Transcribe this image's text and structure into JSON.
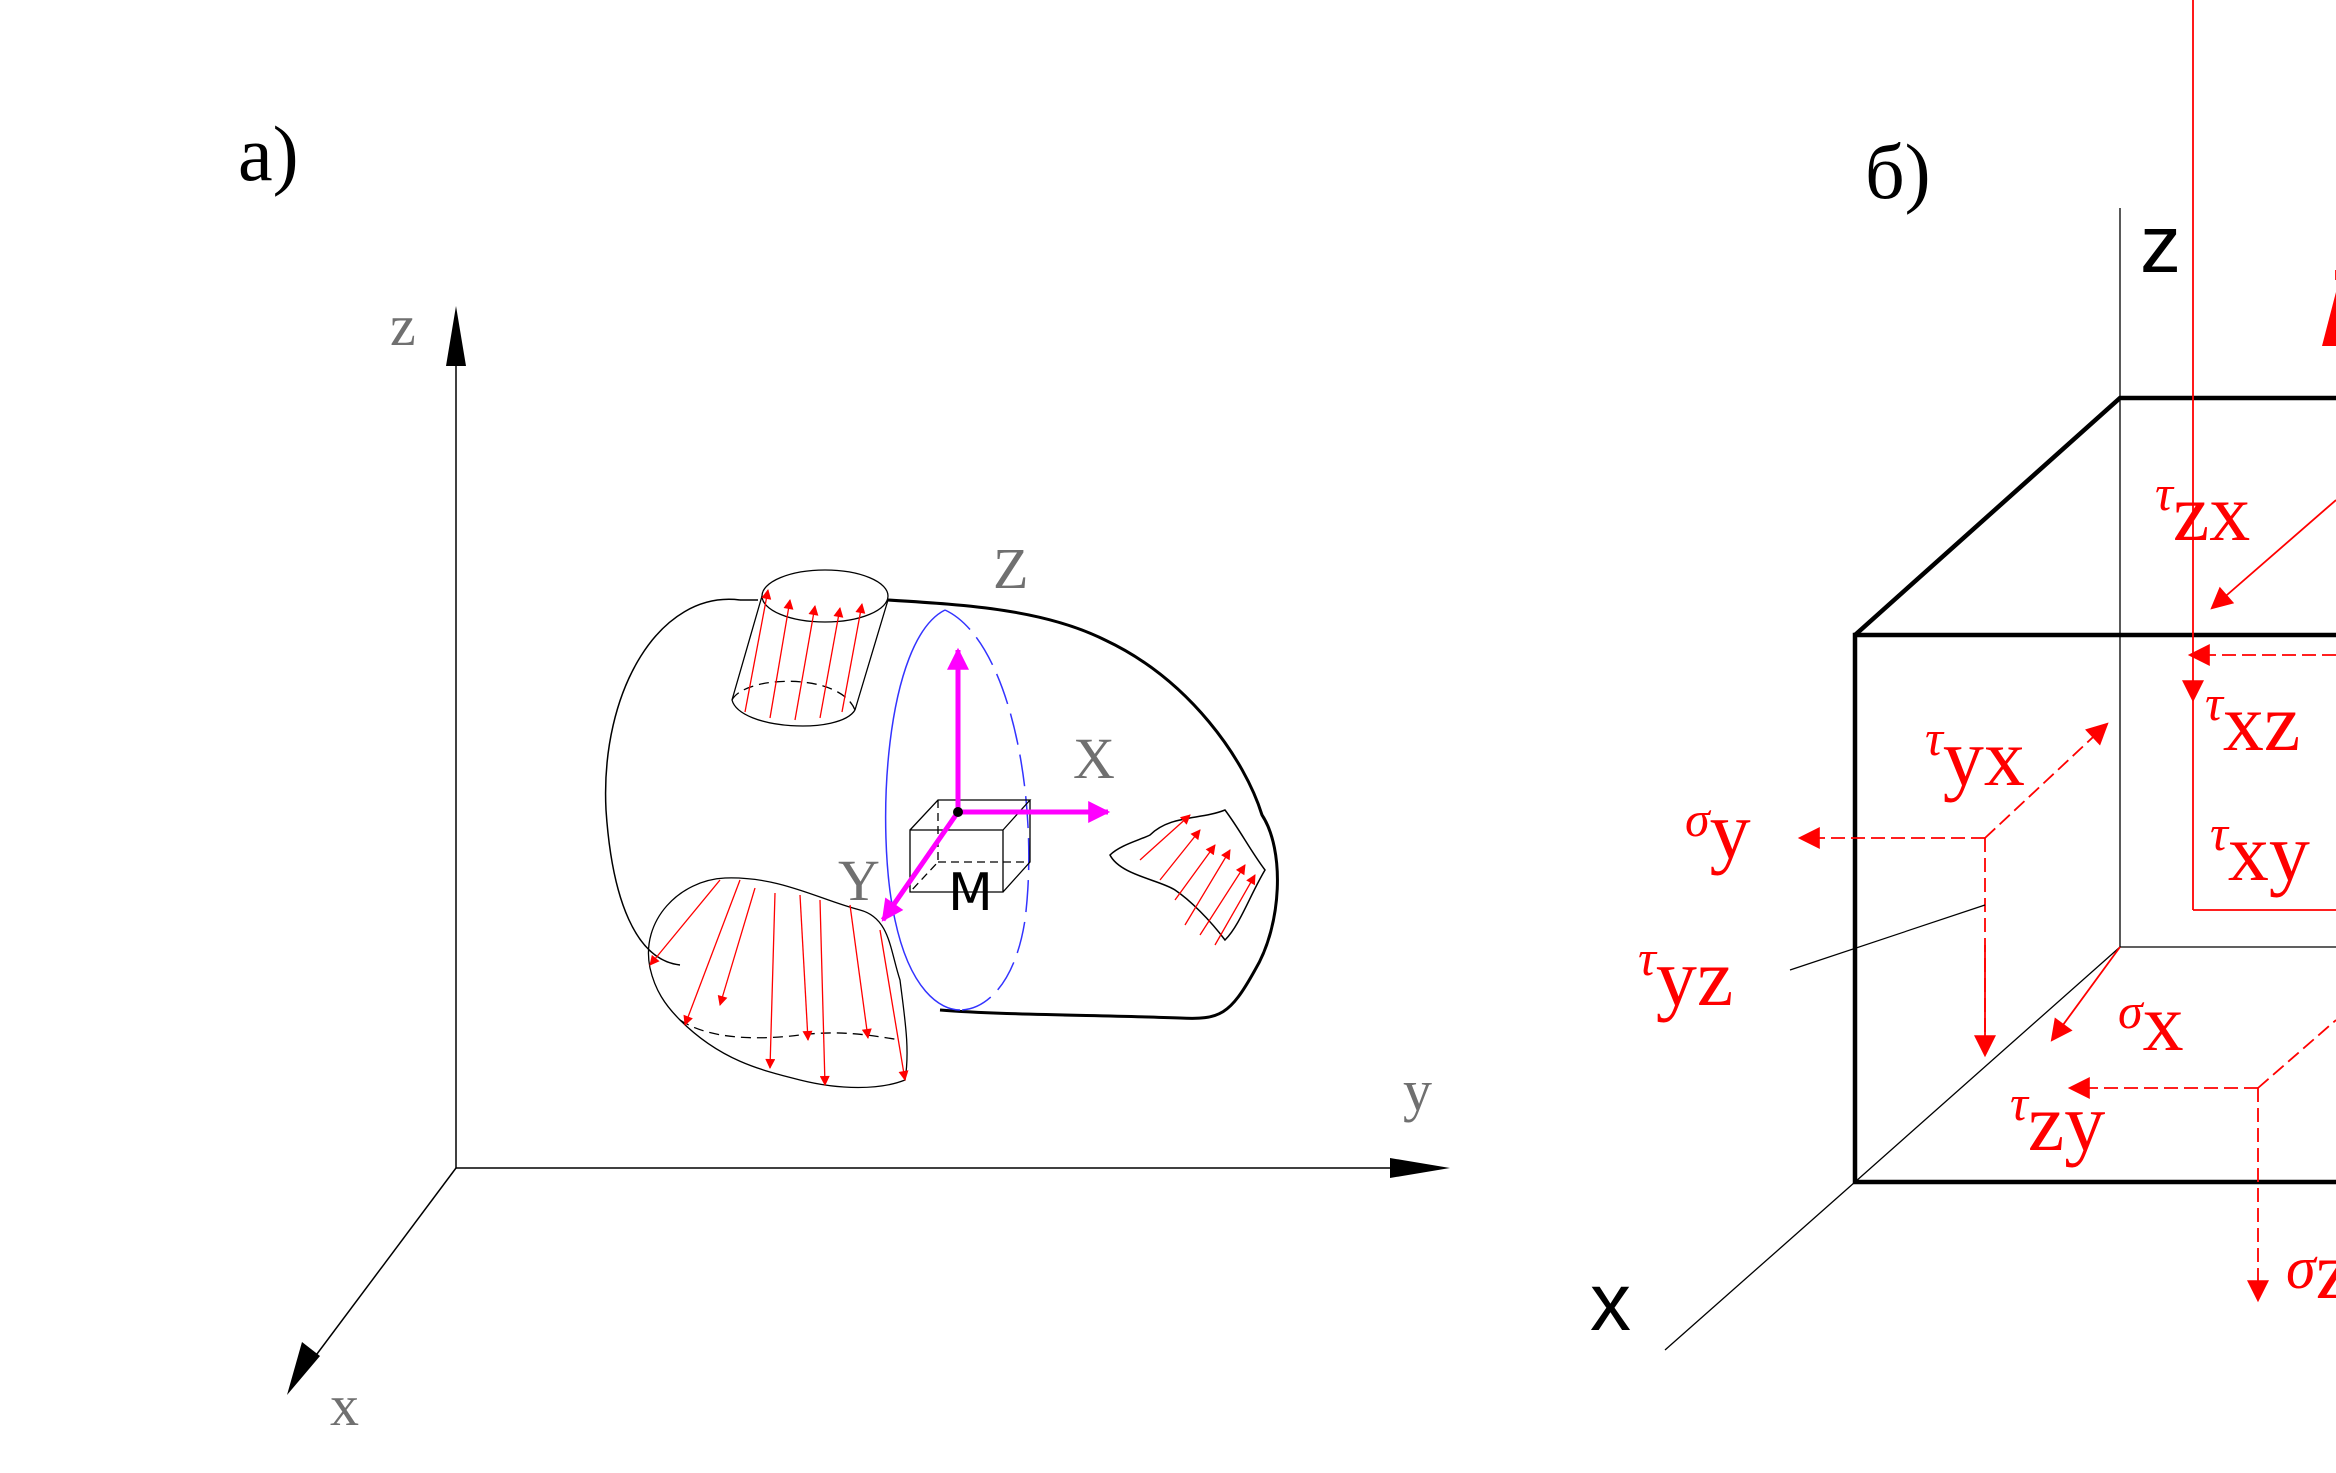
{
  "panel_a": {
    "label": "а)",
    "axes": {
      "z": "z",
      "y": "y",
      "x": "x"
    },
    "local_axes": {
      "Z": "Z",
      "X": "X",
      "Y": "Y"
    },
    "point_label": "M"
  },
  "panel_b": {
    "label": "б)",
    "axes": {
      "z": "z",
      "x": "x"
    },
    "stress_labels": {
      "tau_zx": {
        "sym": "τ",
        "sub": "zx"
      },
      "tau_xz": {
        "sym": "τ",
        "sub": "xz"
      },
      "tau_yx": {
        "sym": "τ",
        "sub": "yx"
      },
      "sigma_y": {
        "sym": "σ",
        "sub": "y"
      },
      "tau_xy": {
        "sym": "τ",
        "sub": "xy"
      },
      "tau_yz": {
        "sym": "τ",
        "sub": "yz"
      },
      "sigma_x": {
        "sym": "σ",
        "sub": "x"
      },
      "tau_zy": {
        "sym": "τ",
        "sub": "zy"
      },
      "sigma_z": {
        "sym": "σ",
        "sub": "z"
      }
    }
  },
  "colors": {
    "stress_red": "#ff0000",
    "magenta": "#ff00ff",
    "section_blue": "#3333ff",
    "axis_gray": "#707070",
    "outline": "#000000"
  }
}
